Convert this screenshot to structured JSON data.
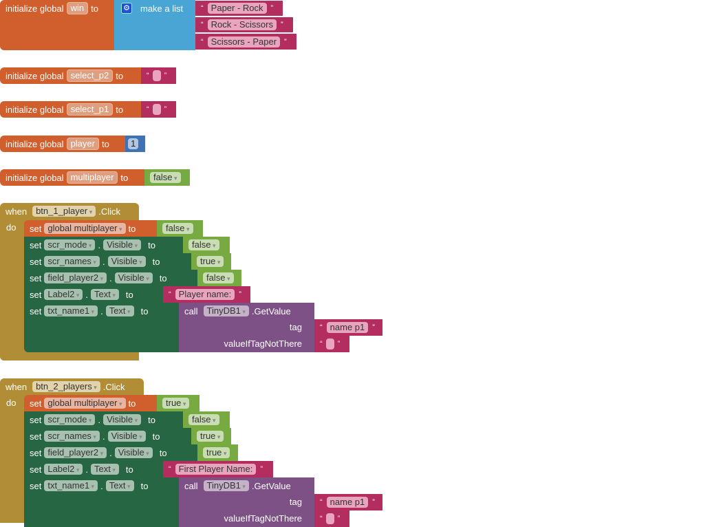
{
  "globals": [
    {
      "label": "initialize global",
      "name": "win",
      "to": "to",
      "value_block": "make a list",
      "list_items": [
        "Paper - Rock",
        "Rock - Scissors",
        "Scissors - Paper"
      ]
    },
    {
      "label": "initialize global",
      "name": "select_p2",
      "to": "to",
      "value": ""
    },
    {
      "label": "initialize global",
      "name": "select_p1",
      "to": "to",
      "value": ""
    },
    {
      "label": "initialize global",
      "name": "player",
      "to": "to",
      "value": "1"
    },
    {
      "label": "initialize global",
      "name": "multiplayer",
      "to": "to",
      "value": "false"
    }
  ],
  "events": [
    {
      "when": "when",
      "component": "btn_1_player",
      "event": ".Click",
      "do": "do",
      "statements": [
        {
          "set": "set",
          "target": "global multiplayer",
          "to": "to",
          "value": "false"
        },
        {
          "set": "set",
          "component": "scr_mode",
          "dot": ".",
          "property": "Visible",
          "to": "to",
          "value": "false"
        },
        {
          "set": "set",
          "component": "scr_names",
          "dot": ".",
          "property": "Visible",
          "to": "to",
          "value": "true"
        },
        {
          "set": "set",
          "component": "field_player2",
          "dot": ".",
          "property": "Visible",
          "to": "to",
          "value": "false"
        },
        {
          "set": "set",
          "component": "Label2",
          "dot": ".",
          "property": "Text",
          "to": "to",
          "value": "Player name:"
        },
        {
          "set": "set",
          "component": "txt_name1",
          "dot": ".",
          "property": "Text",
          "to": "to",
          "call": "call",
          "call_component": "TinyDB1",
          "method": ".GetValue",
          "tag_label": "tag",
          "tag": "name p1",
          "default_label": "valueIfTagNotThere",
          "default": ""
        }
      ]
    },
    {
      "when": "when",
      "component": "btn_2_players",
      "event": ".Click",
      "do": "do",
      "statements": [
        {
          "set": "set",
          "target": "global multiplayer",
          "to": "to",
          "value": "true"
        },
        {
          "set": "set",
          "component": "scr_mode",
          "dot": ".",
          "property": "Visible",
          "to": "to",
          "value": "false"
        },
        {
          "set": "set",
          "component": "scr_names",
          "dot": ".",
          "property": "Visible",
          "to": "to",
          "value": "true"
        },
        {
          "set": "set",
          "component": "field_player2",
          "dot": ".",
          "property": "Visible",
          "to": "to",
          "value": "true"
        },
        {
          "set": "set",
          "component": "Label2",
          "dot": ".",
          "property": "Text",
          "to": "to",
          "value": "First Player Name:"
        },
        {
          "set": "set",
          "component": "txt_name1",
          "dot": ".",
          "property": "Text",
          "to": "to",
          "call": "call",
          "call_component": "TinyDB1",
          "method": ".GetValue",
          "tag_label": "tag",
          "tag": "name p1",
          "default_label": "valueIfTagNotThere",
          "default": ""
        }
      ]
    }
  ],
  "colors": {
    "variable_orange": "#d05f2d",
    "list_blue": "#49a6d4",
    "text_magenta": "#b32d5e",
    "math_blue": "#3f71b5",
    "logic_green": "#77ab41",
    "event_gold": "#b18e35",
    "component_green": "#266643",
    "call_purple": "#7d5185"
  }
}
